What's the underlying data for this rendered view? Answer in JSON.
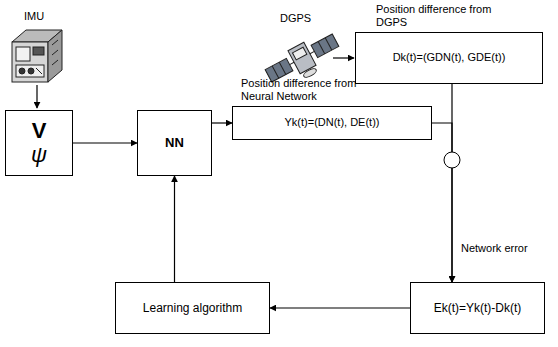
{
  "diagram": {
    "nodes": [
      {
        "text": [
          "V",
          "ψ"
        ]
      },
      {
        "text": [
          "NN"
        ]
      },
      {
        "text": [
          "Position difference from Neural Network",
          "Yk(t)=(DN(t), DE(t))"
        ]
      },
      {
        "text": [
          "Position difference from DGPS",
          "Dk(t)=(GDN(t), GDE(t))"
        ]
      },
      {
        "text": [
          "Learning algorithm"
        ]
      },
      {
        "text": [
          "Ek(t)=Yk(t)-Dk(t)"
        ]
      }
    ],
    "edges": [
      {
        "from": 0,
        "to": 1,
        "arrow": "to"
      },
      {
        "from": 1,
        "to": 2,
        "arrow": "to"
      },
      {
        "from": 2,
        "to": 5,
        "arrow": "to"
      },
      {
        "from": 3,
        "to": 5,
        "arrow": "to"
      },
      {
        "from": 5,
        "to": 4,
        "arrow": "to"
      },
      {
        "from": 4,
        "to": 1,
        "arrow": "to"
      }
    ],
    "labels": [
      "IMU",
      "DGPS",
      "Network error"
    ]
  }
}
